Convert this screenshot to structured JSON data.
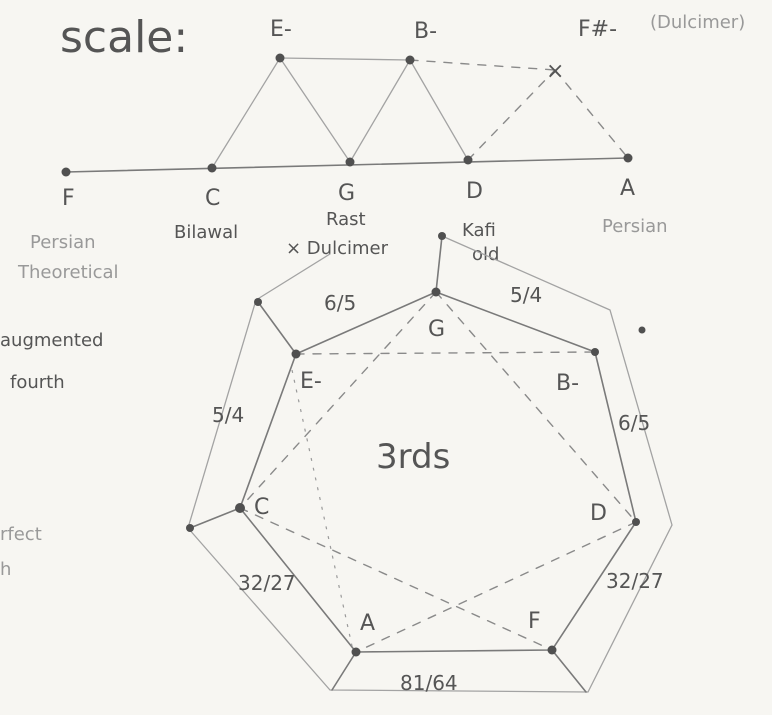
{
  "top": {
    "title": "scale:",
    "notes": {
      "tl": "(Dulcimer)",
      "aug": [
        "augmented",
        "fourth"
      ],
      "perfect": [
        "rfect",
        "h"
      ]
    },
    "nodes": {
      "E": "E-",
      "B": "B-",
      "Fs": "F#-",
      "F": "F",
      "C": "C",
      "G": "G",
      "D": "D",
      "A": "A"
    },
    "captions": {
      "F": [
        "Persian",
        "Theoretical"
      ],
      "C": [
        "Bilawal"
      ],
      "G": [
        "Rast",
        "× Dulcimer"
      ],
      "D": [
        "Kafi",
        "old"
      ],
      "A": [
        "Persian"
      ]
    }
  },
  "circle": {
    "center_label": "3rds",
    "notes": [
      "G",
      "B-",
      "D",
      "F",
      "A",
      "C",
      "E-"
    ],
    "ratios": [
      "6/5",
      "5/4",
      "6/5",
      "32/27",
      "81/64",
      "32/27",
      "5/4"
    ]
  }
}
